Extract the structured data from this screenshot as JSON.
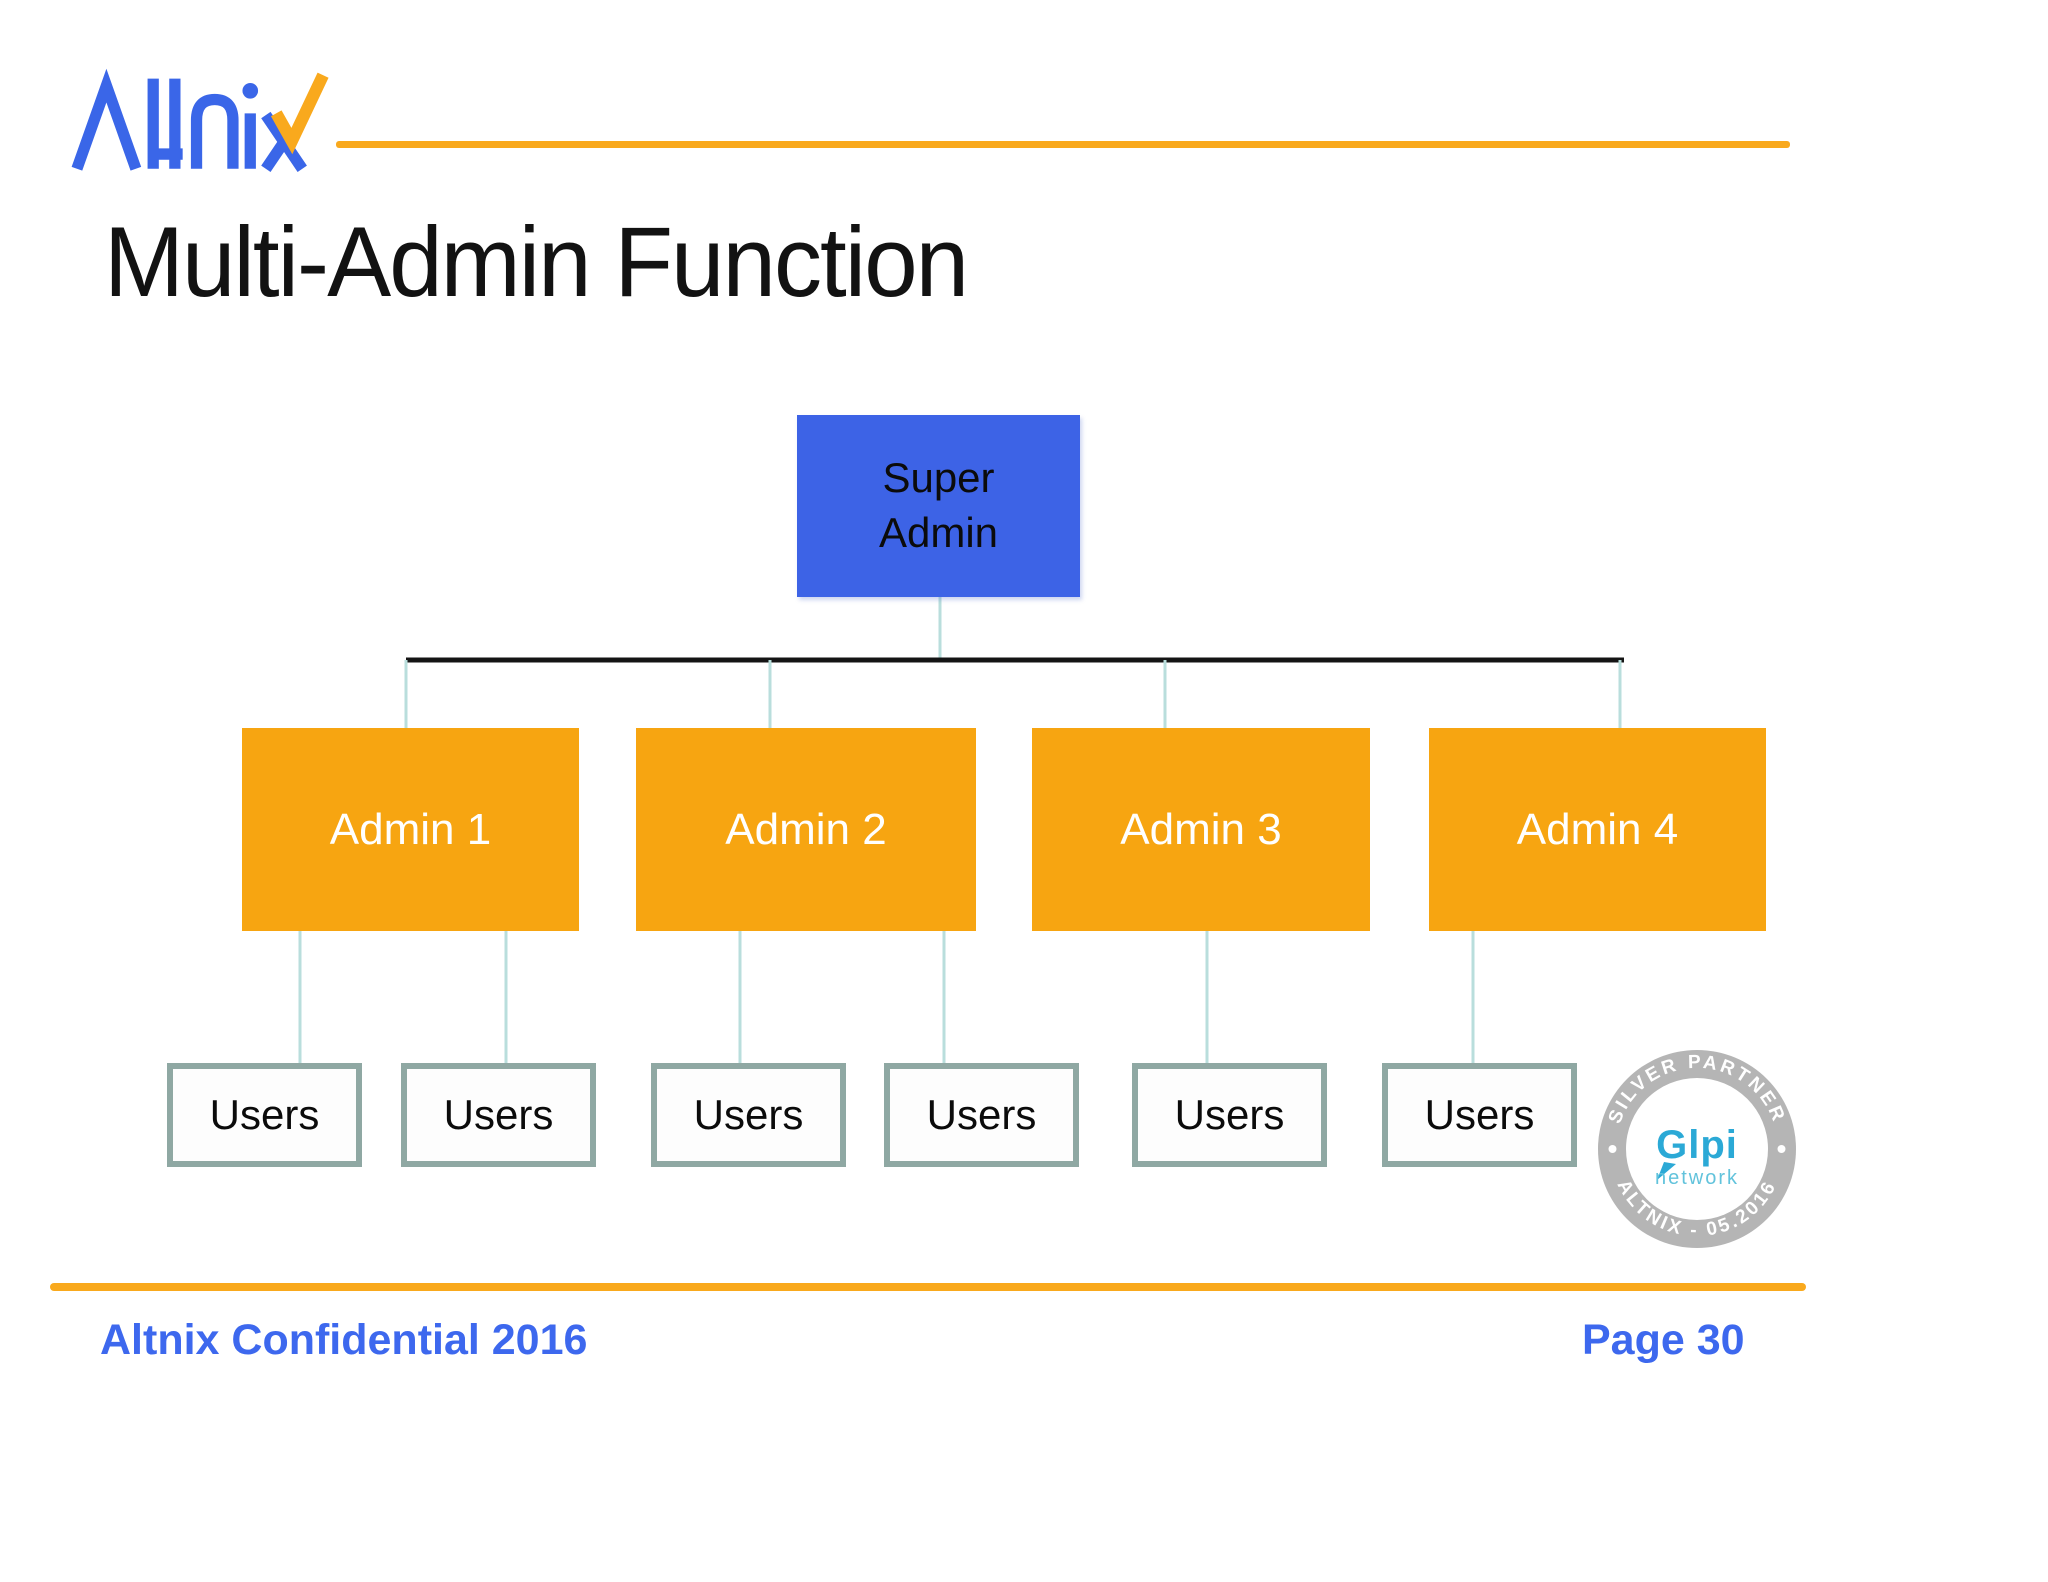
{
  "slide": {
    "logo_text": "Altnix",
    "title": "Multi-Admin Function",
    "footer_left": "Altnix Confidential 2016",
    "footer_right": "Page 30"
  },
  "diagram": {
    "root_label": "Super\nAdmin",
    "admins": [
      {
        "label": "Admin 1",
        "users": [
          "Users",
          "Users"
        ]
      },
      {
        "label": "Admin 2",
        "users": [
          "Users",
          "Users"
        ]
      },
      {
        "label": "Admin 3",
        "users": [
          "Users"
        ]
      },
      {
        "label": "Admin 4",
        "users": [
          "Users"
        ]
      }
    ]
  },
  "badge": {
    "arc_top": "SILVER PARTNER",
    "arc_bottom": "ALTNIX - 05.2016",
    "brand": "Glpi",
    "brand_sub": "network"
  },
  "colors": {
    "brand_blue": "#3A66E8",
    "accent_orange": "#F9A91D",
    "box_blue": "#3D63E6",
    "box_orange": "#F7A511",
    "users_box_border": "#8FA8A3",
    "connector_teal": "#B9DEDC",
    "connector_black": "#141414",
    "footer_blue": "#3D68EE",
    "badge_gray": "#B5B5B5",
    "glpi_blue": "#2BA9D6",
    "glpi_light_blue": "#62C3DC"
  }
}
